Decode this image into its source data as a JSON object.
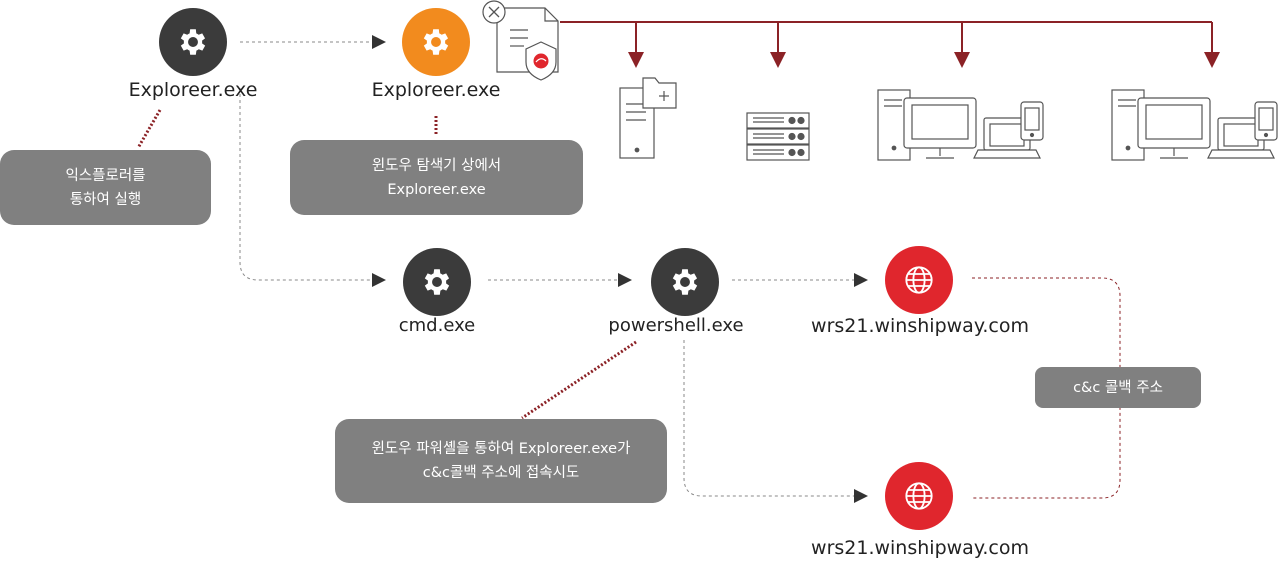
{
  "nodes": {
    "explorer_start": {
      "label": "Exploreer.exe",
      "icon": "gear-icon"
    },
    "explorer_injected": {
      "label": "Exploreer.exe",
      "icon": "gear-icon"
    },
    "cmd": {
      "label": "cmd.exe",
      "icon": "gear-icon"
    },
    "powershell": {
      "label": "powershell.exe",
      "icon": "gear-icon"
    },
    "c2_a": {
      "label": "wrs21.winshipway.com",
      "icon": "globe-icon"
    },
    "c2_b": {
      "label": "wrs21.winshipway.com",
      "icon": "globe-icon"
    }
  },
  "notes": {
    "run_via_explorer": {
      "line1": "익스플로러를",
      "line2": "통하여 실행"
    },
    "explorer_in_window": {
      "line1": "윈도우 탐색기 상에서",
      "line2": "Exploreer.exe"
    },
    "powershell_access": {
      "line1": "윈도우 파워셸을 통하여 Exploreer.exe가",
      "line2": "c&c콜백 주소에 접속시도"
    },
    "callback": {
      "line1": "c&c 콜백 주소"
    }
  },
  "targets": [
    "file-server-icon",
    "server-rack-icon",
    "workstation-laptop-phone-icon",
    "workstation-laptop-phone-icon"
  ],
  "colors": {
    "dark_node": "#3b3b3b",
    "orange_node": "#f28b1e",
    "red_node": "#e0262d",
    "note_bg": "#808080",
    "accent_line": "#8b2226"
  }
}
